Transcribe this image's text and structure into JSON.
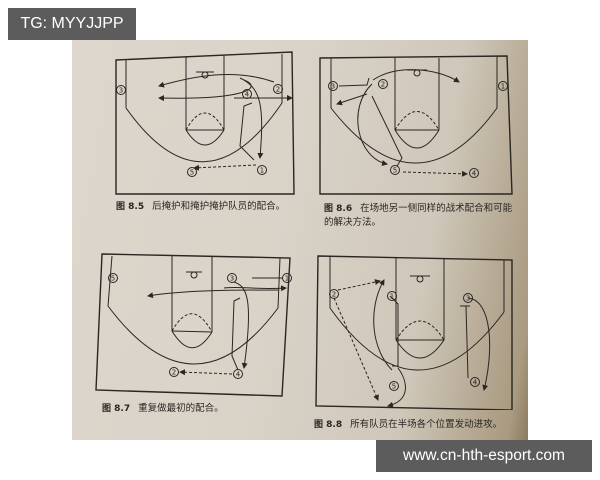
{
  "watermarks": {
    "top_left": "TG: MYYJJPP",
    "bottom_right": "www.cn-hth-esport.com"
  },
  "colors": {
    "page": "#dcd6cc",
    "ink": "#2a2622",
    "watermark_bg": "#5c5c5c",
    "watermark_text": "#ffffff"
  },
  "figures": [
    {
      "id": "8.5",
      "label": "图 8.5",
      "caption": "后掩护和掩护掩护队员的配合。",
      "players": [
        "1",
        "2",
        "3",
        "4",
        "5"
      ]
    },
    {
      "id": "8.6",
      "label": "图 8.6",
      "caption": "在场地另一侧同样的战术配合和可能",
      "caption_line2": "的解决方法。",
      "players": [
        "1",
        "2",
        "3",
        "4",
        "5"
      ]
    },
    {
      "id": "8.7",
      "label": "图 8.7",
      "caption": "重复做最初的配合。",
      "players": [
        "1",
        "2",
        "3",
        "4",
        "5"
      ]
    },
    {
      "id": "8.8",
      "label": "图 8.8",
      "caption": "所有队员在半场各个位置发动进攻。",
      "players": [
        "1",
        "2",
        "3",
        "4",
        "5"
      ]
    }
  ]
}
